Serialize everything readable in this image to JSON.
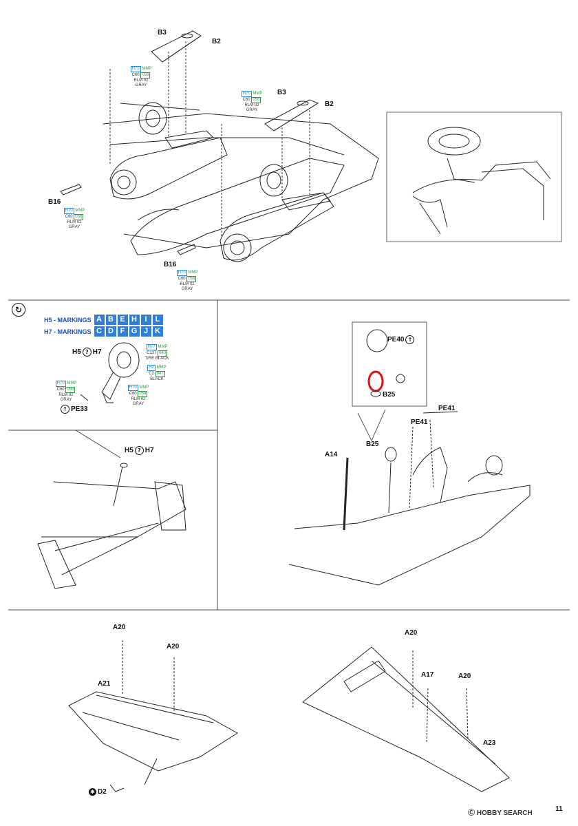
{
  "page": {
    "number": "11",
    "watermark": "Ⓒ HOBBY SEARCH"
  },
  "step_top": {
    "labels": {
      "b3_a": "B3",
      "b2_a": "B2",
      "b3_b": "B3",
      "b2_b": "B2",
      "b16_a": "B16",
      "b16_b": "B16"
    },
    "paint_callouts": [
      {
        "h": "H70",
        "m": "MMP",
        "c": "C60",
        "mc": "056",
        "name1": "RLM 02",
        "name2": "GRAY"
      },
      {
        "h": "H70",
        "m": "MMP",
        "c": "C60",
        "mc": "056",
        "name1": "RLM 02",
        "name2": "GRAY"
      },
      {
        "h": "H70",
        "m": "MMP",
        "c": "C60",
        "mc": "056",
        "name1": "RLM 02",
        "name2": "GRAY"
      },
      {
        "h": "H70",
        "m": "MMP",
        "c": "C60",
        "mc": "056",
        "name1": "RLM 02",
        "name2": "GRAY"
      }
    ]
  },
  "step_wheel": {
    "markings": [
      {
        "part": "H5",
        "title": "MARKINGS",
        "codes": [
          "A",
          "B",
          "E",
          "H",
          "I",
          "L"
        ]
      },
      {
        "part": "H7",
        "title": "MARKINGS",
        "codes": [
          "C",
          "D",
          "F",
          "G",
          "J",
          "K"
        ]
      }
    ],
    "labels": {
      "h5": "H5",
      "h7": "H7",
      "pe33": "PE33",
      "h5b": "H5",
      "h7b": "H7"
    },
    "paint_callouts": [
      {
        "h": "H77",
        "m": "MMP",
        "c": "C137",
        "mc": "040",
        "name1": "TIRE BLACK",
        "name2": ""
      },
      {
        "h": "H2",
        "m": "MMP",
        "c": "C2",
        "mc": "047",
        "name1": "BLACK",
        "name2": ""
      },
      {
        "h": "H70",
        "m": "MMP",
        "c": "C60",
        "mc": "056",
        "name1": "RLM 02",
        "name2": "GRAY"
      },
      {
        "h": "H70",
        "m": "MMP",
        "c": "C60",
        "mc": "056",
        "name1": "RLM 02",
        "name2": "GRAY"
      }
    ]
  },
  "step_fuselage": {
    "labels": {
      "pe40": "PE40",
      "b25_a": "B25",
      "b25_b": "B25",
      "pe41_a": "PE41",
      "pe41_b": "PE41",
      "a14": "A14"
    }
  },
  "step_wings": {
    "labels": {
      "a20_a": "A20",
      "a20_b": "A20",
      "a21": "A21",
      "d2": "D2",
      "a20_c": "A20",
      "a17": "A17",
      "a20_d": "A20",
      "a23": "A23"
    }
  }
}
